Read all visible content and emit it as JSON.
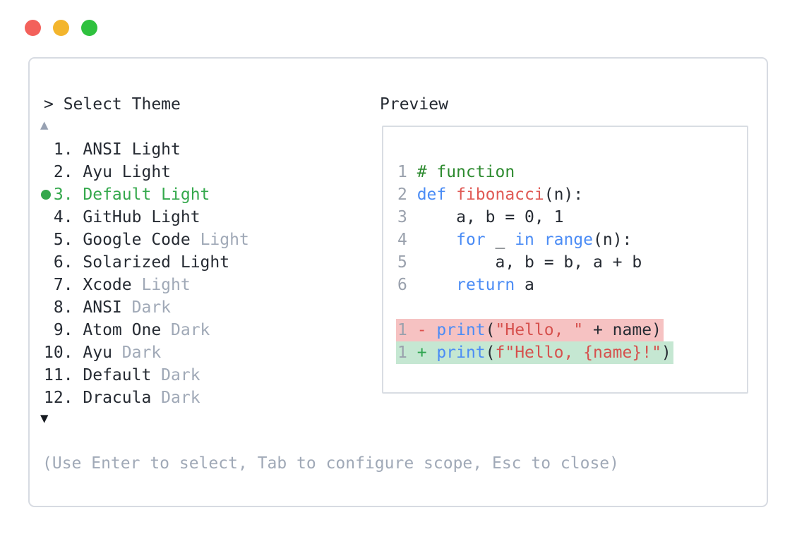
{
  "window_controls": {
    "close": "close-button",
    "minimize": "minimize-button",
    "zoom": "zoom-button"
  },
  "picker": {
    "prompt": "> Select Theme",
    "scroll_up": "▲",
    "scroll_down": "▼",
    "selected_indicator": "●",
    "items": [
      {
        "number": "1",
        "name": "ANSI Light",
        "suffix": "",
        "selected": false
      },
      {
        "number": "2",
        "name": "Ayu Light",
        "suffix": "",
        "selected": false
      },
      {
        "number": "3",
        "name": "Default Light",
        "suffix": "",
        "selected": true
      },
      {
        "number": "4",
        "name": "GitHub Light",
        "suffix": "",
        "selected": false
      },
      {
        "number": "5",
        "name": "Google Code",
        "suffix": " Light",
        "selected": false
      },
      {
        "number": "6",
        "name": "Solarized Light",
        "suffix": "",
        "selected": false
      },
      {
        "number": "7",
        "name": "Xcode",
        "suffix": " Light",
        "selected": false
      },
      {
        "number": "8",
        "name": "ANSI",
        "suffix": " Dark",
        "selected": false
      },
      {
        "number": "9",
        "name": "Atom One",
        "suffix": " Dark",
        "selected": false
      },
      {
        "number": "10",
        "name": "Ayu",
        "suffix": " Dark",
        "selected": false
      },
      {
        "number": "11",
        "name": "Default",
        "suffix": " Dark",
        "selected": false
      },
      {
        "number": "12",
        "name": "Dracula",
        "suffix": " Dark",
        "selected": false
      }
    ],
    "help_text": "(Use Enter to select, Tab to configure scope, Esc to close)"
  },
  "preview": {
    "title": "Preview",
    "code_lines": [
      {
        "num": "1",
        "diff": "",
        "tokens": [
          [
            "# function",
            "comment"
          ]
        ]
      },
      {
        "num": "2",
        "diff": "",
        "tokens": [
          [
            "def ",
            "kw"
          ],
          [
            "fibonacci",
            "fn"
          ],
          [
            "(n):",
            "plain"
          ]
        ]
      },
      {
        "num": "3",
        "diff": "",
        "tokens": [
          [
            "    a, b = 0, 1",
            "plain"
          ]
        ]
      },
      {
        "num": "4",
        "diff": "",
        "tokens": [
          [
            "    ",
            "plain"
          ],
          [
            "for",
            "kw"
          ],
          [
            " _ ",
            "plain"
          ],
          [
            "in",
            "kw"
          ],
          [
            " ",
            "plain"
          ],
          [
            "range",
            "kw"
          ],
          [
            "(n):",
            "plain"
          ]
        ]
      },
      {
        "num": "5",
        "diff": "",
        "tokens": [
          [
            "        a, b = b, a + b",
            "plain"
          ]
        ]
      },
      {
        "num": "6",
        "diff": "",
        "tokens": [
          [
            "    ",
            "plain"
          ],
          [
            "return",
            "kw"
          ],
          [
            " a",
            "plain"
          ]
        ]
      },
      {
        "num": "",
        "diff": "",
        "tokens": []
      },
      {
        "num": "1",
        "diff": "removed",
        "tokens": [
          [
            "- ",
            "minus"
          ],
          [
            "print",
            "kw"
          ],
          [
            "(",
            "plain"
          ],
          [
            "\"Hello, \"",
            "str"
          ],
          [
            " + name)",
            "plain"
          ]
        ]
      },
      {
        "num": "1",
        "diff": "added",
        "tokens": [
          [
            "+ ",
            "plus"
          ],
          [
            "print",
            "kw"
          ],
          [
            "(",
            "plain"
          ],
          [
            "f\"Hello, {name}!\"",
            "str"
          ],
          [
            ")",
            "plain"
          ]
        ]
      }
    ]
  },
  "colors": {
    "text": "#262b33",
    "dim": "#a0a9b7",
    "accent_green": "#34a84c",
    "keyword_blue": "#4b8cf5",
    "function_red": "#e05a55",
    "string_red": "#d6504d",
    "comment_green": "#2e8b30",
    "line_number_gray": "#9aa1ad",
    "diff_removed_bg": "#f6c2c2",
    "diff_added_bg": "#c5e7d2",
    "panel_border": "#d7dbe2",
    "traffic_red": "#f3615b",
    "traffic_yellow": "#f3b52d",
    "traffic_green": "#2fc13e"
  }
}
